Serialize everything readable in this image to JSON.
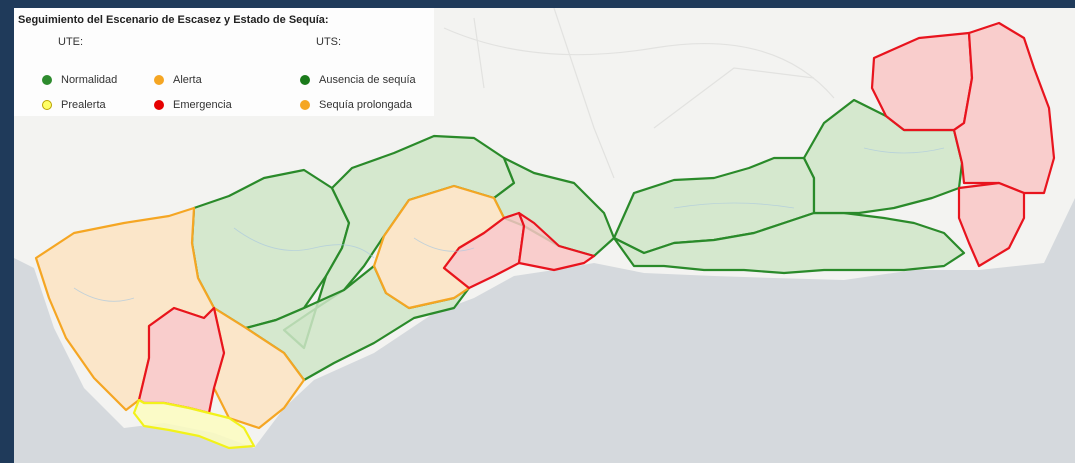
{
  "legend": {
    "title": "Seguimiento del Escenario de Escasez y Estado de Sequía:",
    "ute": {
      "heading": "UTE:",
      "items": [
        {
          "label": "Normalidad",
          "color": "#2e8b2e"
        },
        {
          "label": "Alerta",
          "color": "#f5a623"
        },
        {
          "label": "Prealerta",
          "color": "#ffff66"
        },
        {
          "label": "Emergencia",
          "color": "#e60000"
        }
      ]
    },
    "uts": {
      "heading": "UTS:",
      "items": [
        {
          "label": "Ausencia de sequía",
          "color": "#1a7a1a"
        },
        {
          "label": "Sequía prolongada",
          "color": "#f5a623"
        }
      ]
    }
  },
  "map": {
    "zone_colors": {
      "normalidad": {
        "stroke": "#2a8a2a",
        "fill": "#cfe5c8"
      },
      "alerta": {
        "stroke": "#f5a623",
        "fill": "#fbe3c2"
      },
      "prealerta": {
        "stroke": "#f2f21a",
        "fill": "#fcfcc0"
      },
      "emergencia": {
        "stroke": "#e8141e",
        "fill": "#f9c5c6"
      }
    }
  }
}
